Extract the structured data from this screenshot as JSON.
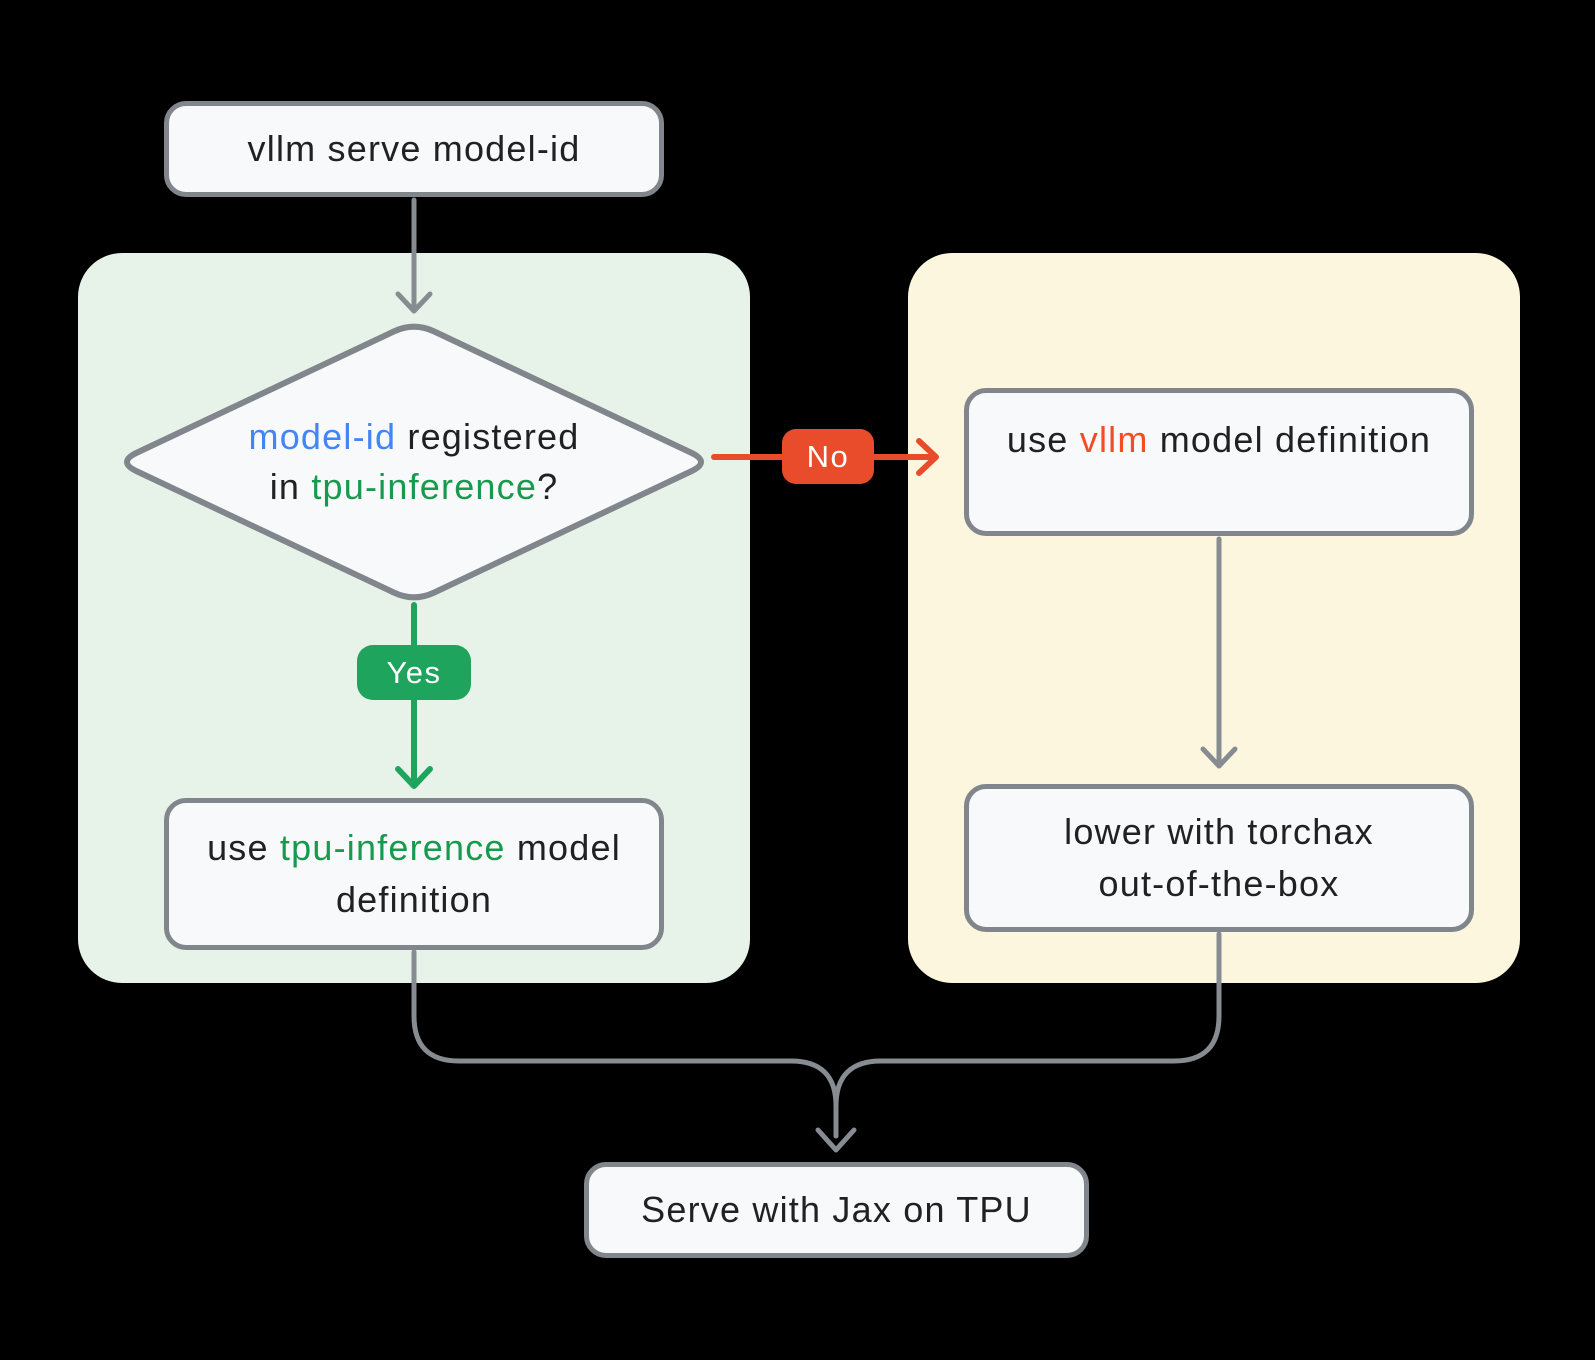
{
  "diagram": {
    "colors": {
      "page_bg": "#000000",
      "text": "#202124",
      "model_id_blue": "#4285F4",
      "tpu_green": "#189A4E",
      "vllm_orange": "#F14E23",
      "yes_green": "#1EA45C",
      "no_red": "#E94C2B",
      "node_fill": "#F8F9FA",
      "node_border": "#80868B",
      "connector_gray": "#868C92",
      "yes_branch_bg": "#E7F3E9",
      "no_branch_bg": "#FCF6DF",
      "badge_text": "#FFFFFF"
    },
    "nodes": {
      "start": {
        "lines": [
          [
            {
              "t": "vllm serve model-id"
            }
          ]
        ]
      },
      "decision": {
        "lines": [
          [
            {
              "t": "model-id",
              "c": "model_id_blue"
            },
            {
              "t": " registered"
            }
          ],
          [
            {
              "t": "in "
            },
            {
              "t": "tpu-inference",
              "c": "tpu_green"
            },
            {
              "t": "?"
            }
          ]
        ]
      },
      "use_tpu_inference": {
        "lines": [
          [
            {
              "t": "use "
            },
            {
              "t": "tpu-inference",
              "c": "tpu_green"
            },
            {
              "t": " model"
            }
          ],
          [
            {
              "t": "definition"
            }
          ]
        ]
      },
      "use_vllm": {
        "lines": [
          [
            {
              "t": "use "
            },
            {
              "t": "vllm",
              "c": "vllm_orange"
            },
            {
              "t": " model definition"
            }
          ]
        ]
      },
      "lower_torchax": {
        "lines": [
          [
            {
              "t": "lower with torchax"
            }
          ],
          [
            {
              "t": "out-of-the-box"
            }
          ]
        ]
      },
      "serve": {
        "lines": [
          [
            {
              "t": "Serve with Jax on TPU"
            }
          ]
        ]
      }
    },
    "edge_labels": {
      "yes": "Yes",
      "no": "No"
    }
  }
}
